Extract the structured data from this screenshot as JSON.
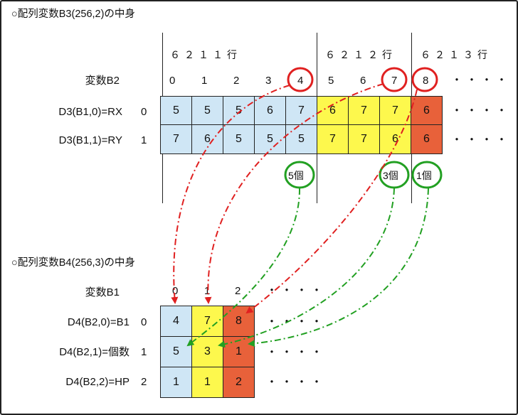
{
  "title1": "○配列変数B3(256,2)の中身",
  "title2": "○配列変数B4(256,3)の中身",
  "colors": {
    "blue": "#cfe6f5",
    "yellow": "#fdf84d",
    "red": "#e8613a",
    "circle_red": "#e02020",
    "circle_green": "#22a022",
    "arrow_red": "#e02020",
    "arrow_green": "#22a022"
  },
  "top": {
    "group_labels": [
      "６２１１行",
      "６２１２行",
      "６２１３行"
    ],
    "index_label": "変数B2",
    "indices": [
      "0",
      "1",
      "2",
      "3",
      "4",
      "5",
      "6",
      "7",
      "8"
    ],
    "rows": [
      {
        "label": "D3(B1,0)=RX",
        "index": "0",
        "values": [
          "5",
          "5",
          "5",
          "6",
          "7",
          "6",
          "7",
          "7",
          "6"
        ]
      },
      {
        "label": "D3(B1,1)=RY",
        "index": "1",
        "values": [
          "7",
          "6",
          "5",
          "5",
          "5",
          "7",
          "7",
          "6",
          "6"
        ]
      }
    ],
    "counts": [
      "5個",
      "3個",
      "1個"
    ],
    "dots": "・・・・"
  },
  "bottom": {
    "index_label": "変数B1",
    "indices": [
      "0",
      "1",
      "2"
    ],
    "rows": [
      {
        "label": "D4(B2,0)=B1",
        "index": "0",
        "values": [
          "4",
          "7",
          "8"
        ]
      },
      {
        "label": "D4(B2,1)=個数",
        "index": "1",
        "values": [
          "5",
          "3",
          "1"
        ]
      },
      {
        "label": "D4(B2,2)=HP",
        "index": "2",
        "values": [
          "1",
          "1",
          "2"
        ]
      }
    ],
    "dots": "・・・・"
  }
}
